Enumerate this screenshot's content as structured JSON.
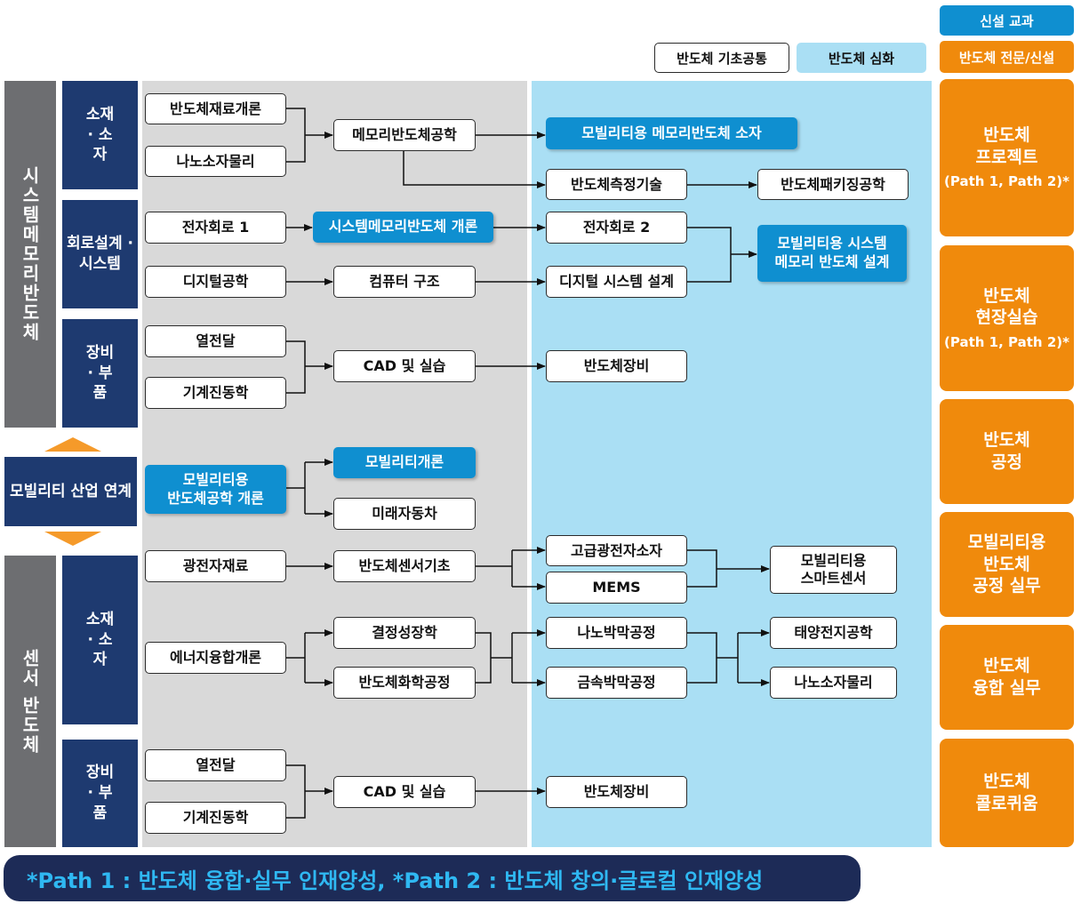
{
  "legend": {
    "new_course": "신설 교과",
    "basic_common": "반도체 기초공통",
    "advanced": "반도체 심화",
    "specialized": "반도체 전문/신설"
  },
  "tracks": {
    "system_memory": "시스템메모리반도체",
    "mobility_link": "모빌리티 산업 연계",
    "sensor": "센서 반도체"
  },
  "categories": {
    "materials_1": "소재 · 소자",
    "circuit_system": "회로설계 · 시스템",
    "equipment_1": "장비 · 부품",
    "materials_2": "소재 · 소자",
    "equipment_2": "장비 · 부품"
  },
  "courses": {
    "semi_material_intro": "반도체재료개론",
    "nano_device_physics_1": "나노소자물리",
    "memory_semi_eng": "메모리반도체공학",
    "mobility_memory_device": "모빌리티용 메모리반도체 소자",
    "semi_measurement": "반도체측정기술",
    "semi_packaging": "반도체패키징공학",
    "electronic_circuit_1": "전자회로 1",
    "system_memory_intro": "시스템메모리반도체 개론",
    "electronic_circuit_2": "전자회로 2",
    "mobility_system_memory_design": "모빌리티용 시스템\n메모리 반도체 설계",
    "digital_eng": "디지털공학",
    "computer_structure": "컴퓨터 구조",
    "digital_system_design": "디지털 시스템 설계",
    "heat_transfer_1": "열전달",
    "cad_practice_1": "CAD 및 실습",
    "semi_equipment_1": "반도체장비",
    "mechanical_vibration_1": "기계진동학",
    "mobility_semi_intro": "모빌리티용\n반도체공학 개론",
    "mobility_intro": "모빌리티개론",
    "future_car": "미래자동차",
    "photoelectronic_material": "광전자재료",
    "semi_sensor_basics": "반도체센서기초",
    "advanced_photo_device": "고급광전자소자",
    "mems": "MEMS",
    "mobility_smart_sensor": "모빌리티용\n스마트센서",
    "crystal_growth": "결정성장학",
    "energy_convergence_intro": "에너지융합개론",
    "semi_chemical_process": "반도체화학공정",
    "nano_thin_film": "나노박막공정",
    "metal_thin_film": "금속박막공정",
    "solar_cell_eng": "태양전지공학",
    "nano_device_physics_2": "나노소자물리",
    "heat_transfer_2": "열전달",
    "cad_practice_2": "CAD 및 실습",
    "semi_equipment_2": "반도체장비",
    "mechanical_vibration_2": "기계진동학"
  },
  "specialized_courses": [
    {
      "title": "반도체\n프로젝트",
      "sub": "(Path 1, Path 2)*"
    },
    {
      "title": "반도체\n현장실습",
      "sub": "(Path 1, Path 2)*"
    },
    {
      "title": "반도체\n공정",
      "sub": ""
    },
    {
      "title": "모빌리티용\n반도체\n공정 실무",
      "sub": ""
    },
    {
      "title": "반도체\n융합 실무",
      "sub": ""
    },
    {
      "title": "반도체\n콜로퀴움",
      "sub": ""
    }
  ],
  "footer": "*Path 1 : 반도체 융합·실무 인재양성, *Path 2 : 반도체 창의·글로컬 인재양성",
  "colors": {
    "basic_zone": "#d9d9d9",
    "advanced_zone": "#aadff4",
    "new_course": "#0f8fd0",
    "specialized": "#f08a0c",
    "navy": "#1e3a70",
    "track_gray": "#6d6e71",
    "footer_bg": "#1d2b57",
    "footer_text": "#2fb8f2"
  }
}
